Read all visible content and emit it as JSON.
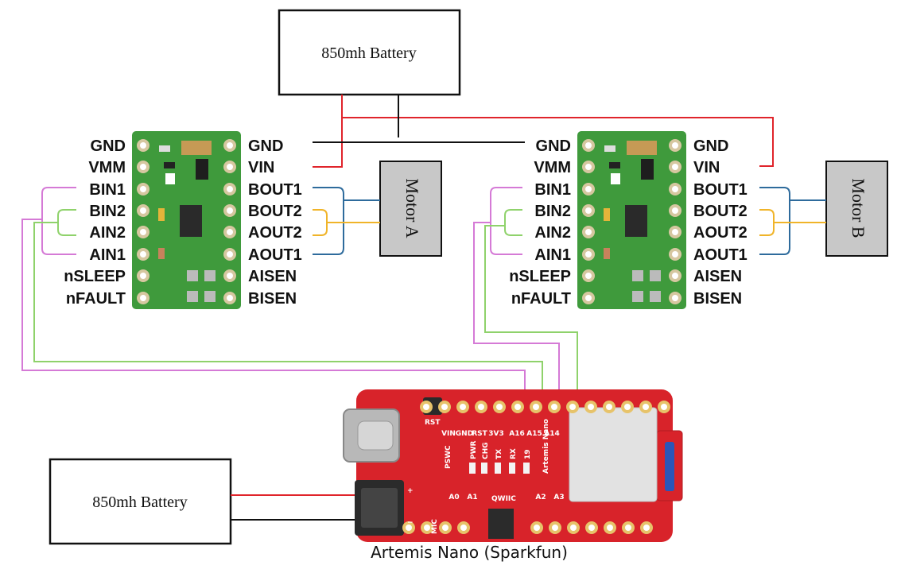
{
  "battery_top": {
    "label": "850mh Battery"
  },
  "battery_bottom": {
    "label": "850mh Battery"
  },
  "driver_a": {
    "left_pins": [
      "GND",
      "VMM",
      "BIN1",
      "BIN2",
      "AIN2",
      "AIN1",
      "nSLEEP",
      "nFAULT"
    ],
    "right_pins": [
      "GND",
      "VIN",
      "BOUT1",
      "BOUT2",
      "AOUT2",
      "AOUT1",
      "AISEN",
      "BISEN"
    ]
  },
  "driver_b": {
    "left_pins": [
      "GND",
      "VMM",
      "BIN1",
      "BIN2",
      "AIN2",
      "AIN1",
      "nSLEEP",
      "nFAULT"
    ],
    "right_pins": [
      "GND",
      "VIN",
      "BOUT1",
      "BOUT2",
      "AOUT2",
      "AOUT1",
      "AISEN",
      "BISEN"
    ]
  },
  "motor_a": {
    "label": "Motor A"
  },
  "motor_b": {
    "label": "Motor B"
  },
  "artemis": {
    "caption": "Artemis Nano (Sparkfun)",
    "silkscreen": {
      "rst": "RST",
      "pins_top": [
        "VIN",
        "GND",
        "RST",
        "3V3",
        "A16",
        "A15",
        "A14"
      ],
      "leds": [
        "PWR",
        "CHG",
        "TX",
        "RX",
        "19"
      ],
      "pswc": "PSWC",
      "name": "Artemis Nano",
      "pins_bottom": [
        "A0",
        "A1",
        "A2",
        "A3"
      ],
      "qwiic": "QWIIC",
      "mic": "MIC",
      "polarity": [
        "+",
        "−"
      ]
    }
  },
  "colors": {
    "power": "#e0242b",
    "ground": "#111111",
    "bin1_ain1": "#d57ad6",
    "bin2_ain2": "#8fd26b",
    "bout1_aout1": "#2e6b9c",
    "bout2_aout2": "#f0b429",
    "driver_pcb": "#3f9a3c",
    "artemis_pcb": "#d8232a",
    "motor_fill": "#c8c8c8"
  }
}
